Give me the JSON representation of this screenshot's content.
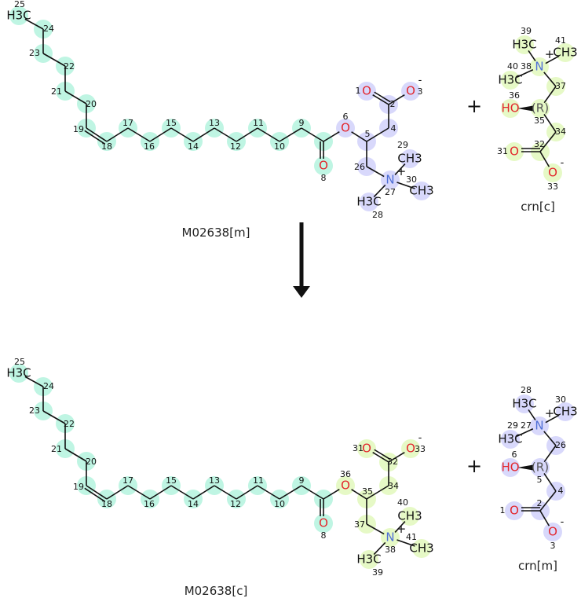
{
  "reaction": {
    "operator_plus": "+",
    "arrow_icon": "right-arrow-down"
  },
  "colors": {
    "chain": "#bff5e3",
    "head_mito": "#d8d8fb",
    "head_cyto": "#e6f9c6",
    "oxygen": "#e3262c",
    "nitrogen": "#4f6fd6"
  },
  "molecules": {
    "acyl_m": {
      "caption": "M02638[m]",
      "atoms": [
        {
          "n": "25",
          "t": "H3C"
        },
        {
          "n": "24",
          "t": ""
        },
        {
          "n": "23",
          "t": ""
        },
        {
          "n": "22",
          "t": ""
        },
        {
          "n": "21",
          "t": ""
        },
        {
          "n": "20",
          "t": ""
        },
        {
          "n": "19",
          "t": ""
        },
        {
          "n": "18",
          "t": ""
        },
        {
          "n": "17",
          "t": ""
        },
        {
          "n": "16",
          "t": ""
        },
        {
          "n": "15",
          "t": ""
        },
        {
          "n": "14",
          "t": ""
        },
        {
          "n": "13",
          "t": ""
        },
        {
          "n": "12",
          "t": ""
        },
        {
          "n": "11",
          "t": ""
        },
        {
          "n": "10",
          "t": ""
        },
        {
          "n": "9",
          "t": ""
        },
        {
          "n": "",
          "t": ""
        },
        {
          "n": "8",
          "t": "O"
        },
        {
          "n": "6",
          "t": "O"
        },
        {
          "n": "5",
          "t": ""
        },
        {
          "n": "4",
          "t": ""
        },
        {
          "n": "2",
          "t": ""
        },
        {
          "n": "1",
          "t": "O"
        },
        {
          "n": "3",
          "t": "O",
          "c": "-"
        },
        {
          "n": "26",
          "t": ""
        },
        {
          "n": "27",
          "t": "N",
          "c": "+"
        },
        {
          "n": "29",
          "t": "CH3"
        },
        {
          "n": "30",
          "t": "CH3"
        },
        {
          "n": "28",
          "t": "H3C"
        }
      ]
    },
    "acyl_c": {
      "caption": "M02638[c]",
      "atoms": [
        {
          "n": "25",
          "t": "H3C"
        },
        {
          "n": "24",
          "t": ""
        },
        {
          "n": "23",
          "t": ""
        },
        {
          "n": "22",
          "t": ""
        },
        {
          "n": "21",
          "t": ""
        },
        {
          "n": "20",
          "t": ""
        },
        {
          "n": "19",
          "t": ""
        },
        {
          "n": "18",
          "t": ""
        },
        {
          "n": "17",
          "t": ""
        },
        {
          "n": "16",
          "t": ""
        },
        {
          "n": "15",
          "t": ""
        },
        {
          "n": "14",
          "t": ""
        },
        {
          "n": "13",
          "t": ""
        },
        {
          "n": "12",
          "t": ""
        },
        {
          "n": "11",
          "t": ""
        },
        {
          "n": "10",
          "t": ""
        },
        {
          "n": "9",
          "t": ""
        },
        {
          "n": "",
          "t": ""
        },
        {
          "n": "8",
          "t": "O"
        },
        {
          "n": "36",
          "t": "O"
        },
        {
          "n": "35",
          "t": ""
        },
        {
          "n": "34",
          "t": ""
        },
        {
          "n": "32",
          "t": ""
        },
        {
          "n": "31",
          "t": "O"
        },
        {
          "n": "33",
          "t": "O",
          "c": "-"
        },
        {
          "n": "37",
          "t": ""
        },
        {
          "n": "38",
          "t": "N",
          "c": "+"
        },
        {
          "n": "40",
          "t": "CH3"
        },
        {
          "n": "41",
          "t": "CH3"
        },
        {
          "n": "39",
          "t": "H3C"
        }
      ]
    },
    "crn_c": {
      "caption": "crn[c]",
      "atoms": [
        {
          "n": "39",
          "t": "H3C"
        },
        {
          "n": "38",
          "t": "N",
          "c": "+"
        },
        {
          "n": "41",
          "t": "CH3"
        },
        {
          "n": "40",
          "t": "H3C"
        },
        {
          "n": "37",
          "t": ""
        },
        {
          "n": "35",
          "t": "(R)"
        },
        {
          "n": "36",
          "t": "HO"
        },
        {
          "n": "34",
          "t": ""
        },
        {
          "n": "32",
          "t": ""
        },
        {
          "n": "31",
          "t": "O"
        },
        {
          "n": "33",
          "t": "O",
          "c": "-"
        }
      ]
    },
    "crn_m": {
      "caption": "crn[m]",
      "atoms": [
        {
          "n": "28",
          "t": "H3C"
        },
        {
          "n": "27",
          "t": "N",
          "c": "+"
        },
        {
          "n": "30",
          "t": "CH3"
        },
        {
          "n": "29",
          "t": "H3C"
        },
        {
          "n": "26",
          "t": ""
        },
        {
          "n": "5",
          "t": "(R)"
        },
        {
          "n": "6",
          "t": "HO"
        },
        {
          "n": "4",
          "t": ""
        },
        {
          "n": "2",
          "t": ""
        },
        {
          "n": "1",
          "t": "O"
        },
        {
          "n": "3",
          "t": "O",
          "c": "-"
        }
      ]
    }
  }
}
